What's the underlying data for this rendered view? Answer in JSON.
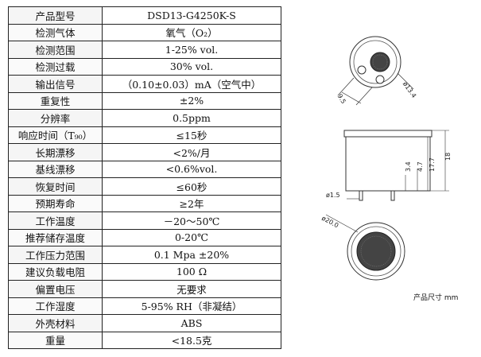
{
  "table": {
    "rows": [
      {
        "param": "产品型号",
        "value": "DSD13-G4250K-S"
      },
      {
        "param": "检测气体",
        "value": "氧气（O₂）"
      },
      {
        "param": "检测范围",
        "value": "1-25% vol."
      },
      {
        "param": "检测过载",
        "value": "30% vol."
      },
      {
        "param": "输出信号",
        "value": "（0.10±0.03）mA（空气中）"
      },
      {
        "param": "重复性",
        "value": "±2%"
      },
      {
        "param": "分辨率",
        "value": "0.5ppm"
      },
      {
        "param": "响应时间（T₉₀）",
        "value": "≤15秒"
      },
      {
        "param": "长期漂移",
        "value": "<2%/月"
      },
      {
        "param": "基线漂移",
        "value": "<0.6%vol."
      },
      {
        "param": "恢复时间",
        "value": "≤60秒"
      },
      {
        "param": "预期寿命",
        "value": "≥2年"
      },
      {
        "param": "工作温度",
        "value": "－20～50℃"
      },
      {
        "param": "推荐储存温度",
        "value": "0-20℃"
      },
      {
        "param": "工作压力范围",
        "value": "0.1 Mpa ±20%"
      },
      {
        "param": "建议负载电阻",
        "value": "100 Ω"
      },
      {
        "param": "偏置电压",
        "value": "无要求"
      },
      {
        "param": "工作湿度",
        "value": "5-95% RH（非凝结）"
      },
      {
        "param": "外壳材料",
        "value": "ABS"
      },
      {
        "param": "重量",
        "value": "<18.5克"
      }
    ]
  },
  "drawing": {
    "dims": {
      "d_13_4": "ø13.4",
      "d_9_5": "9.5",
      "h_3_4": "3.4",
      "h_4_7": "4.7",
      "h_17_7": "17.7",
      "h_18": "18",
      "pin_1_5": "ø1.5",
      "d_20_0": "ø20.0"
    },
    "caption": "产品尺寸 mm"
  }
}
